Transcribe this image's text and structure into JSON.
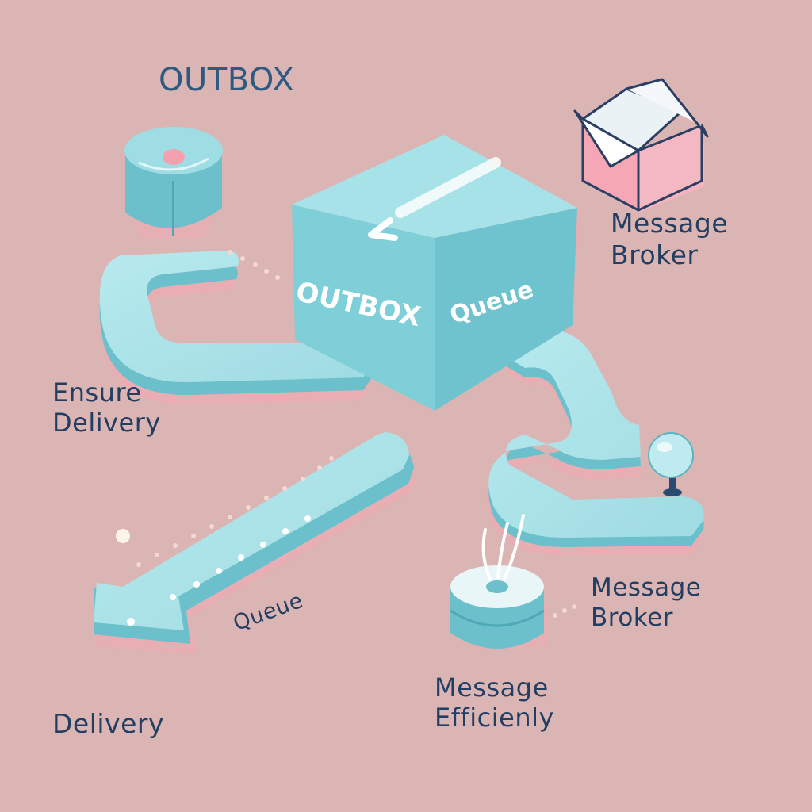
{
  "diagram": {
    "title": "OUTBOX",
    "box_label_outbox": "OUTBOX",
    "box_label_queue": "Queue",
    "message_broker_top": [
      "Message",
      "Broker"
    ],
    "ensure_delivery": [
      "Ensure",
      "Delivery"
    ],
    "message_broker_bottom": [
      "Message",
      "Broker"
    ],
    "queue_label": "Queue",
    "delivery_label": "Delivery",
    "message_efficiently": [
      "Message",
      "Efficienly"
    ]
  },
  "colors": {
    "background": "#dbb5b3",
    "teal_top": "#a8e2e8",
    "teal_side": "#6cc0cc",
    "pink_accent": "#f5a0ae",
    "text_navy": "#233e63"
  },
  "icons": [
    "outbox-box-icon",
    "open-box-icon",
    "cylinder-icon",
    "pin-icon",
    "arrow-icon"
  ]
}
